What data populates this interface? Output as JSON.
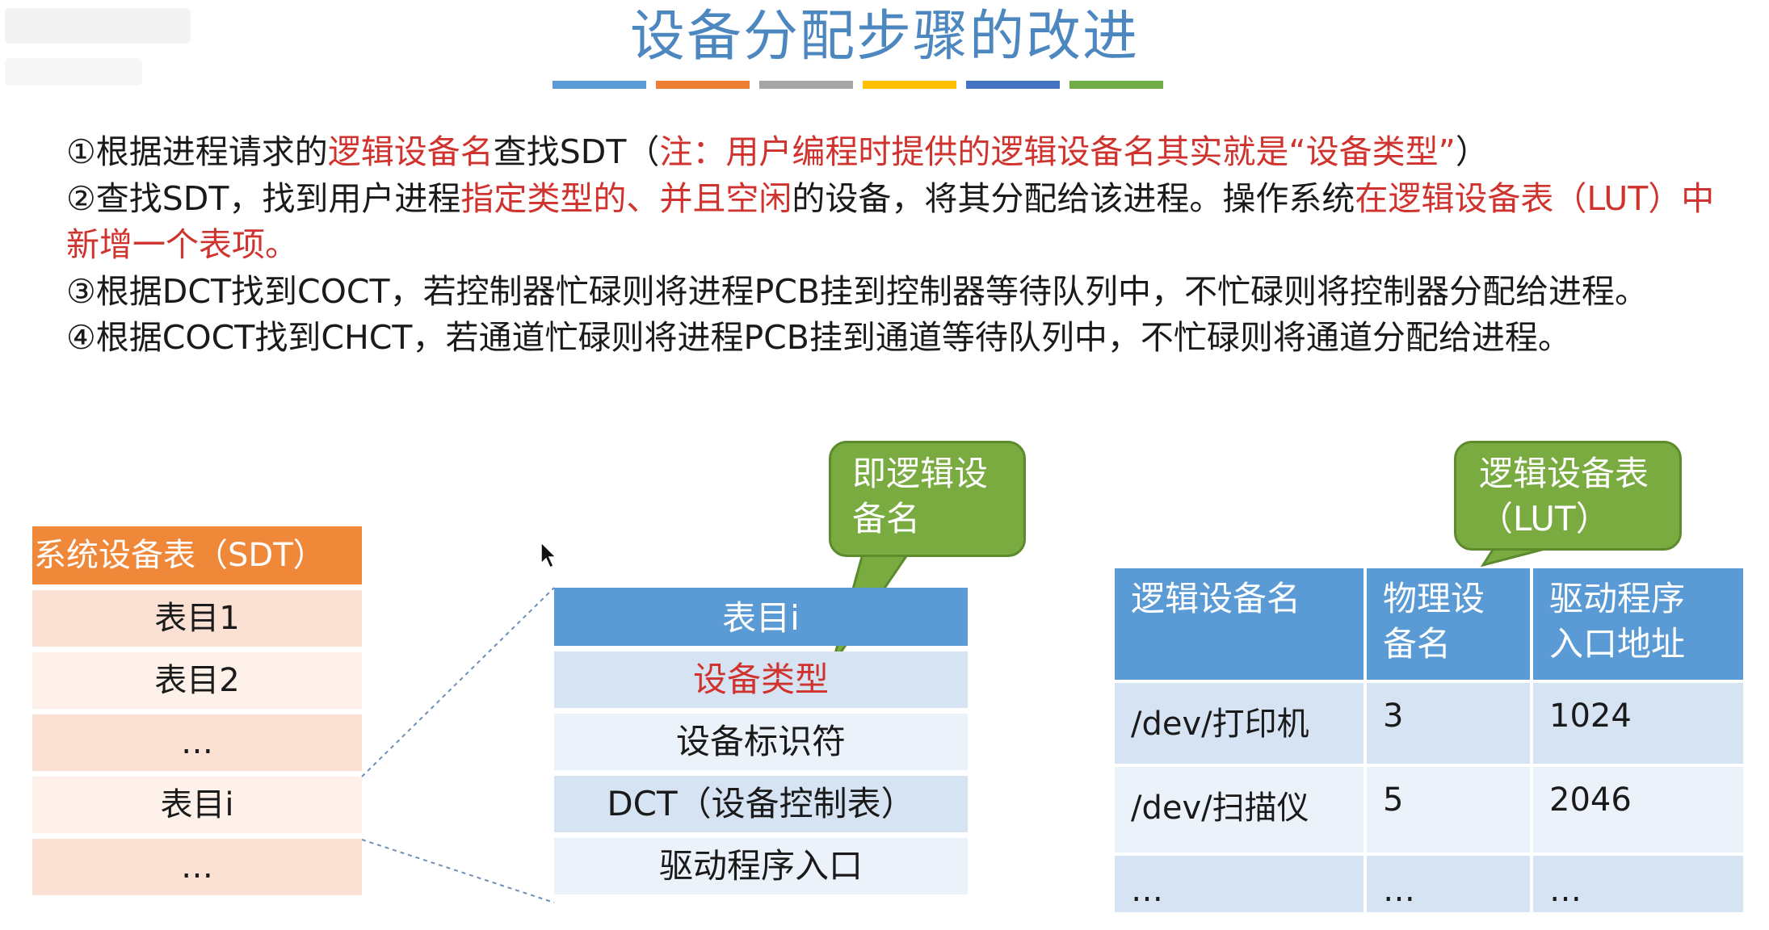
{
  "title": "设备分配步骤的改进",
  "colors": {
    "title": "#4d87c0",
    "emphasis": "#d0332e",
    "sdt_header": "#f0883a",
    "table_header": "#5b9bd5",
    "callout": "#7aab41"
  },
  "title_bar_colors": [
    "#5b9bd5",
    "#ed7d31",
    "#a5a5a5",
    "#ffc000",
    "#4472c4",
    "#70ad47"
  ],
  "steps": {
    "s1_a": "①根据进程请求的",
    "s1_b": "逻辑设备名",
    "s1_c": "查找SDT（",
    "s1_d": "注：用户编程时提供的逻辑设备名其实就是“设备类型”",
    "s1_e": "）",
    "s2_a": "②查找SDT，找到用户进程",
    "s2_b": "指定类型的、并且空闲",
    "s2_c": "的设备，将其分配给该进程。操作系统",
    "s2_d": "在逻辑设备表（LUT）中新增一个表项。",
    "s3": "③根据DCT找到COCT，若控制器忙碌则将进程PCB挂到控制器等待队列中，不忙碌则将控制器分配给进程。",
    "s4": "④根据COCT找到CHCT，若通道忙碌则将进程PCB挂到通道等待队列中，不忙碌则将通道分配给进程。"
  },
  "sdt": {
    "header": "系统设备表（SDT）",
    "rows": [
      "表目1",
      "表目2",
      "…",
      "表目i",
      "…"
    ]
  },
  "entry": {
    "header": "表目i",
    "rows": [
      "设备类型",
      "设备标识符",
      "DCT（设备控制表）",
      "驱动程序入口"
    ]
  },
  "callouts": {
    "left": "即逻辑设备名",
    "right": "逻辑设备表（LUT）"
  },
  "lut": {
    "headers": [
      "逻辑设备名",
      "物理设备名",
      "驱动程序入口地址"
    ],
    "rows": [
      [
        "/dev/打印机",
        "3",
        "1024"
      ],
      [
        "/dev/扫描仪",
        "5",
        "2046"
      ],
      [
        "…",
        "…",
        "…"
      ]
    ]
  }
}
